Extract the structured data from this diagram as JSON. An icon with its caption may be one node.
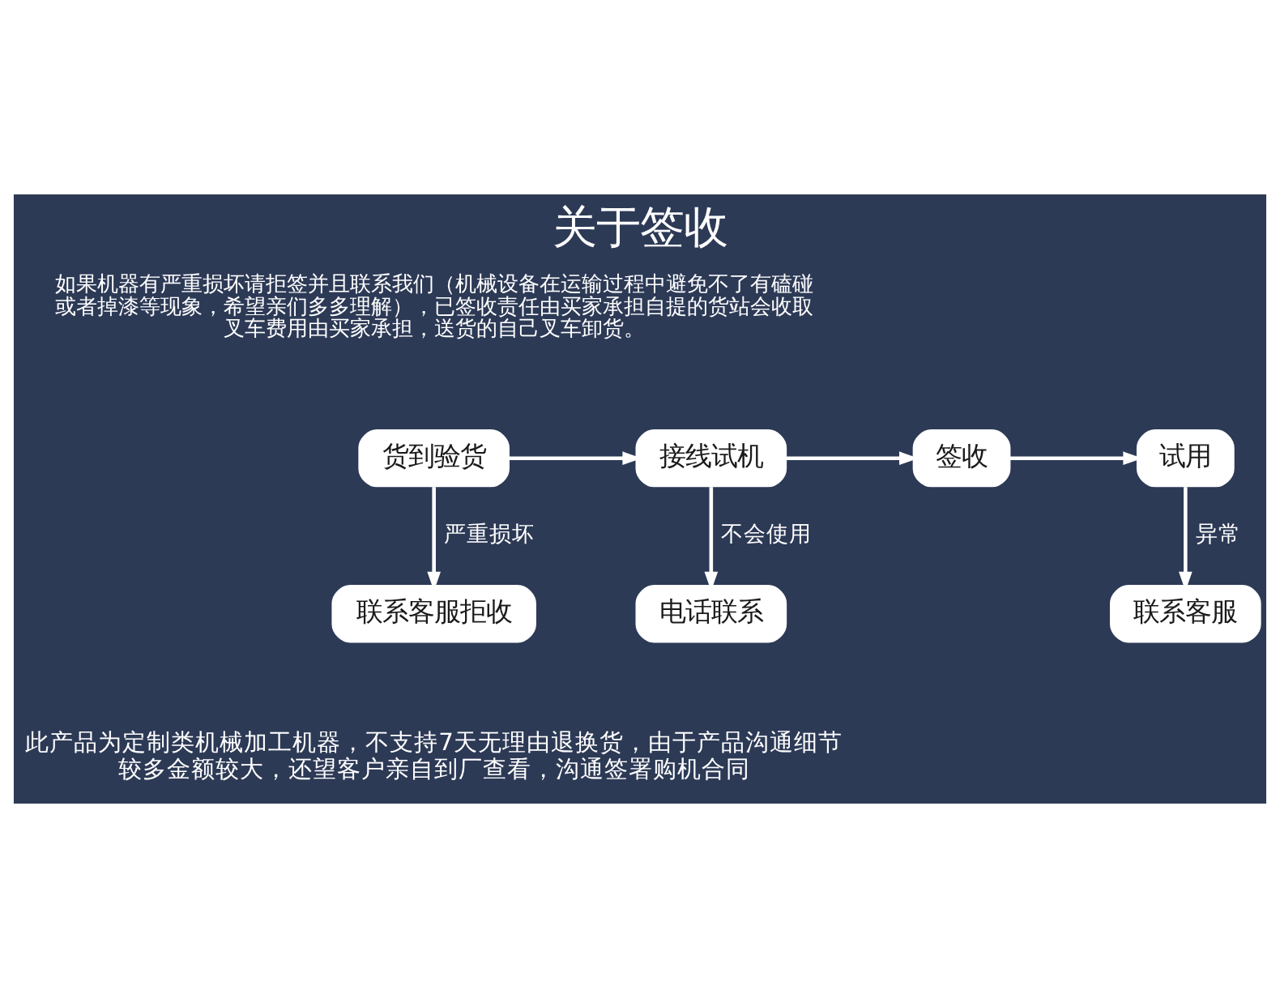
{
  "diagram": {
    "title": "关于签收",
    "nodes": [
      {
        "text": [
          "货到验货"
        ]
      },
      {
        "text": [
          "接线试机"
        ]
      },
      {
        "text": [
          "签收"
        ]
      },
      {
        "text": [
          "试用"
        ]
      },
      {
        "text": [
          "联系客服拒收"
        ]
      },
      {
        "text": [
          "电话联系"
        ]
      },
      {
        "text": [
          "联系客服"
        ]
      }
    ],
    "edges": [
      {
        "from": 0,
        "to": 1,
        "arrow": "to"
      },
      {
        "from": 1,
        "to": 2,
        "arrow": "to"
      },
      {
        "from": 2,
        "to": 3,
        "arrow": "to"
      },
      {
        "from": 0,
        "to": 4,
        "arrow": "to",
        "label": "严重损坏"
      },
      {
        "from": 1,
        "to": 5,
        "arrow": "to",
        "label": "不会使用"
      },
      {
        "from": 3,
        "to": 6,
        "arrow": "to",
        "label": "异常"
      }
    ],
    "labels": [
      "如果机器有严重损坏请拒签并且联系我们（机械设备在运输过程中避免不了有磕碰或者掉漆等现象，希望亲们多多理解），已签收责任由买家承担自提的货站会收取叉车费用由买家承担，送货的自己叉车卸货。",
      "此产品为定制类机械加工机器，不支持7天无理由退换货，由于产品沟通细节较多金额较大，还望客户亲自到厂查看，沟通签署购机合同"
    ]
  }
}
